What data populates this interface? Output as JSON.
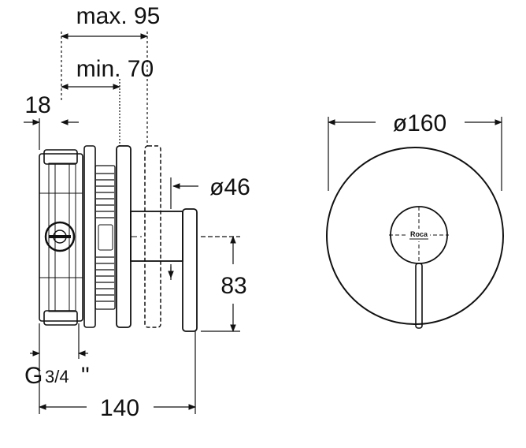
{
  "dimensions": {
    "max_depth": "max. 95",
    "min_depth": "min. 70",
    "offset": "18",
    "thread": "G",
    "thread_fraction": "3/4",
    "thread_inch": "\"",
    "total_width": "140",
    "knob_diameter": "ø46",
    "handle_height": "83",
    "plate_diameter": "ø160"
  },
  "logo_text": "Roca"
}
